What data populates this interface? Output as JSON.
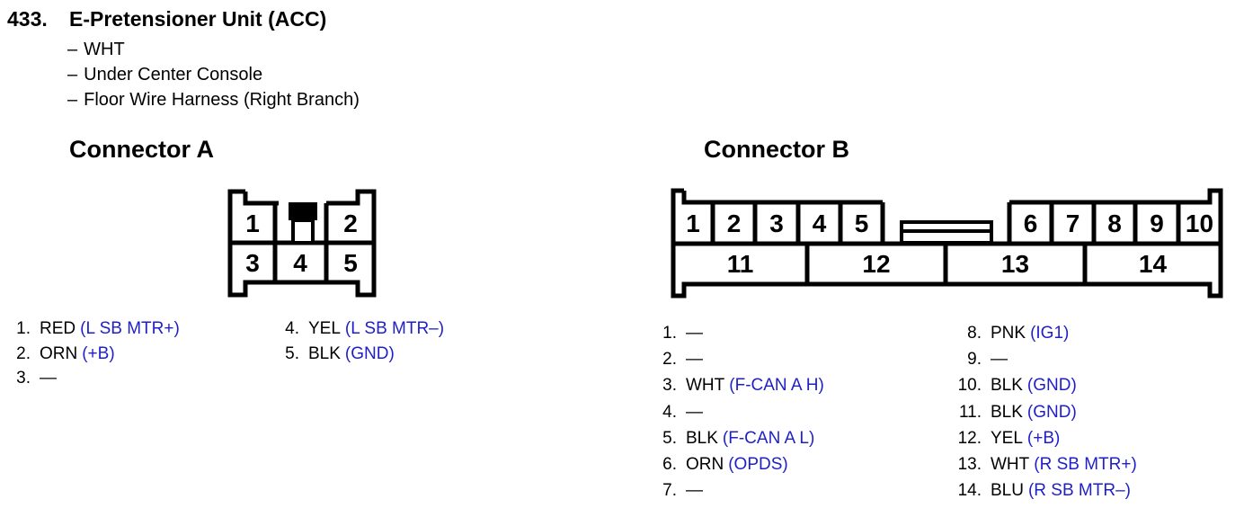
{
  "page": {
    "number": "433.",
    "title": "E-Pretensioner Unit (ACC)",
    "bullet": "–",
    "details": [
      "WHT",
      "Under Center Console",
      "Floor Wire Harness (Right Branch)"
    ]
  },
  "colors": {
    "ink": "#000000",
    "signal_blue": "#1f1fc8",
    "background": "#ffffff"
  },
  "connector_a": {
    "heading": "Connector A",
    "top_row_pins": [
      "1",
      "2"
    ],
    "bottom_row_pins": [
      "3",
      "4",
      "5"
    ],
    "pin_list": {
      "col1": [
        {
          "num": "1.",
          "wire": "RED",
          "signal": "(L SB MTR+)"
        },
        {
          "num": "2.",
          "wire": "ORN",
          "signal": "(+B)"
        },
        {
          "num": "3.",
          "wire": "—",
          "signal": ""
        }
      ],
      "col2": [
        {
          "num": "4.",
          "wire": "YEL",
          "signal": "(L SB MTR–)"
        },
        {
          "num": "5.",
          "wire": "BLK",
          "signal": "(GND)"
        }
      ]
    }
  },
  "connector_b": {
    "heading": "Connector B",
    "top_row_left_pins": [
      "1",
      "2",
      "3",
      "4",
      "5"
    ],
    "top_row_right_pins": [
      "6",
      "7",
      "8",
      "9",
      "10"
    ],
    "bottom_row_pins": [
      "11",
      "12",
      "13",
      "14"
    ],
    "pin_list": {
      "col1": [
        {
          "num": "1.",
          "wire": "—",
          "signal": ""
        },
        {
          "num": "2.",
          "wire": "—",
          "signal": ""
        },
        {
          "num": "3.",
          "wire": "WHT",
          "signal": "(F-CAN A H)"
        },
        {
          "num": "4.",
          "wire": "—",
          "signal": ""
        },
        {
          "num": "5.",
          "wire": "BLK",
          "signal": "(F-CAN A L)"
        },
        {
          "num": "6.",
          "wire": "ORN",
          "signal": "(OPDS)"
        },
        {
          "num": "7.",
          "wire": "—",
          "signal": ""
        }
      ],
      "col2": [
        {
          "num": "8.",
          "wire": "PNK",
          "signal": "(IG1)"
        },
        {
          "num": "9.",
          "wire": "—",
          "signal": ""
        },
        {
          "num": "10.",
          "wire": "BLK",
          "signal": "(GND)"
        },
        {
          "num": "11.",
          "wire": "BLK",
          "signal": "(GND)"
        },
        {
          "num": "12.",
          "wire": "YEL",
          "signal": "(+B)"
        },
        {
          "num": "13.",
          "wire": "WHT",
          "signal": "(R SB MTR+)"
        },
        {
          "num": "14.",
          "wire": "BLU",
          "signal": "(R SB MTR–)"
        }
      ]
    }
  }
}
